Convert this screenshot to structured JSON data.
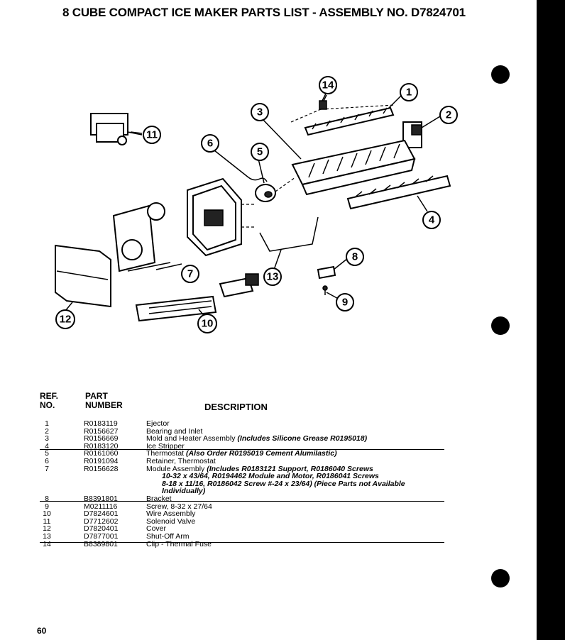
{
  "title": "8 CUBE COMPACT ICE MAKER PARTS LIST  -  ASSEMBLY NO. D7824701",
  "diagram": {
    "callouts": [
      "1",
      "2",
      "3",
      "4",
      "5",
      "6",
      "7",
      "8",
      "9",
      "10",
      "11",
      "12",
      "13",
      "14"
    ]
  },
  "table": {
    "headers": {
      "ref_line1": "REF.",
      "ref_line2": "NO.",
      "part_line1": "PART",
      "part_line2": "NUMBER",
      "description": "DESCRIPTION"
    },
    "rows": [
      {
        "ref": "1",
        "part": "R0183119",
        "desc": "Ejector",
        "note": "",
        "cont": []
      },
      {
        "ref": "2",
        "part": "R0156627",
        "desc": "Bearing and Inlet",
        "note": "",
        "cont": []
      },
      {
        "ref": "3",
        "part": "R0156669",
        "desc": "Mold and Heater Assembly ",
        "note": "(Includes Silicone Grease  R0195018)",
        "cont": []
      },
      {
        "ref": "4",
        "part": "R0183120",
        "desc": "Ice Stripper",
        "note": "",
        "cont": []
      },
      {
        "ref": "5",
        "part": "R0161060",
        "desc": "Thermostat ",
        "note": "(Also Order R0195019 Cement Alumilastic)",
        "cont": []
      },
      {
        "ref": "6",
        "part": "R0191094",
        "desc": "Retainer, Thermostat",
        "note": "",
        "cont": []
      },
      {
        "ref": "7",
        "part": "R0156628",
        "desc": "Module Assembly ",
        "note": "(Includes R0183121 Support, R0186040 Screws",
        "cont": [
          "10-32 x 43/64, R0194462 Module and Motor, R0186041 Screws",
          "   8-18 x 11/16, R0186042 Screw #-24 x 23/64)  (Piece Parts not Available",
          "   Individually)"
        ]
      },
      {
        "ref": "8",
        "part": "B8391801",
        "desc": "Bracket",
        "note": "",
        "cont": []
      },
      {
        "ref": "9",
        "part": "M0211116",
        "desc": "Screw, 8-32 x 27/64",
        "note": "",
        "cont": []
      },
      {
        "ref": "10",
        "part": "D7824601",
        "desc": "Wire Assembly",
        "note": "",
        "cont": []
      },
      {
        "ref": "11",
        "part": "D7712602",
        "desc": "Solenoid Valve",
        "note": "",
        "cont": []
      },
      {
        "ref": "12",
        "part": "D7820401",
        "desc": "Cover",
        "note": "",
        "cont": []
      },
      {
        "ref": "13",
        "part": "D7877001",
        "desc": "Shut-Off Arm",
        "note": "",
        "cont": []
      },
      {
        "ref": "14",
        "part": "B8389801",
        "desc": "Clip  -  Thermal Fuse",
        "note": "",
        "cont": []
      }
    ]
  },
  "page_number": "60"
}
